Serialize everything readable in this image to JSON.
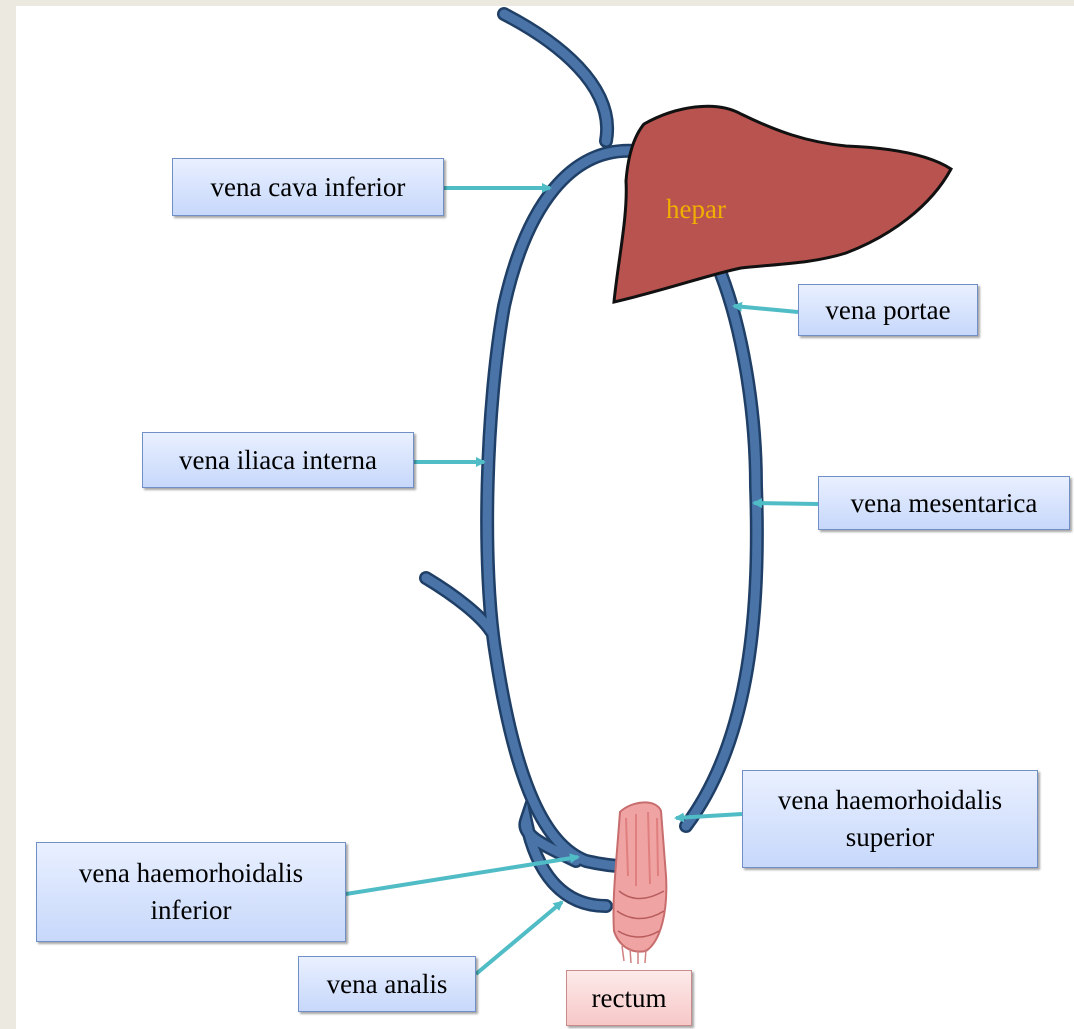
{
  "organ": {
    "hepar": "hepar"
  },
  "labels": {
    "vena_cava_inferior": "vena cava inferior",
    "vena_portae": "vena portae",
    "vena_iliaca_interna": "vena iliaca interna",
    "vena_mesentarica": "vena mesentarica",
    "vena_haemorhoidalis_superior_line1": "vena haemorhoidalis",
    "vena_haemorhoidalis_superior_line2": "superior",
    "vena_haemorhoidalis_inferior_line1": "vena haemorhoidalis",
    "vena_haemorhoidalis_inferior_line2": "inferior",
    "vena_analis": "vena analis",
    "rectum": "rectum"
  },
  "colors": {
    "vein": "#4a74a8",
    "vein_outline": "#1f3f66",
    "liver": "#b9534f",
    "arrow": "#4fbcc6",
    "hepar_text": "#f0b000",
    "label_fill": "#c7d8fb",
    "rectum_fill": "#f7c8c8"
  }
}
